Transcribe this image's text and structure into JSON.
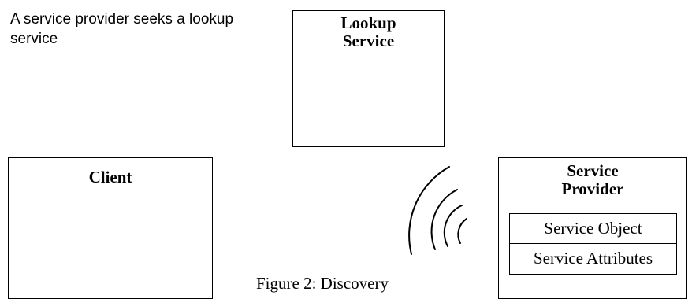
{
  "intro_text": "A service provider seeks a lookup service",
  "lookup": {
    "title_line1": "Lookup",
    "title_line2": "Service"
  },
  "client": {
    "title": "Client"
  },
  "provider": {
    "title_line1": "Service",
    "title_line2": "Provider",
    "object_label": "Service Object",
    "attributes_label": "Service Attributes"
  },
  "figure_caption": "Figure 2: Discovery",
  "icons": {
    "waves": "broadcast-waves-icon"
  }
}
